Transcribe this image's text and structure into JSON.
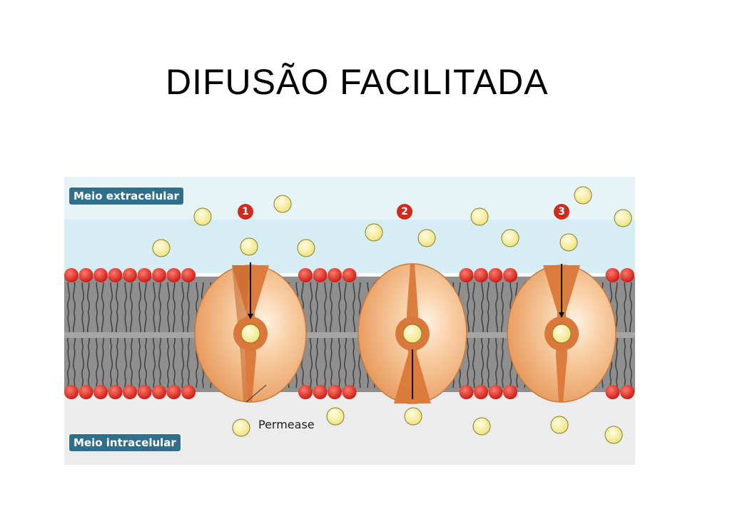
{
  "slide": {
    "title": "DIFUSÃO FACILITADA"
  },
  "diagram": {
    "labels": {
      "extracellular": "Meio extracelular",
      "intracellular": "Meio intracelular",
      "permease": "Permease"
    },
    "steps": [
      "1",
      "2",
      "3"
    ]
  },
  "colors": {
    "extracellular_bg": "#d7edf4",
    "intracellular_bg": "#ececec",
    "membrane_core": "#8c8c8c",
    "phospholipid_head": "#e0241d",
    "protein_light": "#f7c79a",
    "protein_dark": "#d9783a",
    "solute": "#f4ef96",
    "label_bg": "#2f6f8c",
    "step_badge": "#d02a1e"
  }
}
